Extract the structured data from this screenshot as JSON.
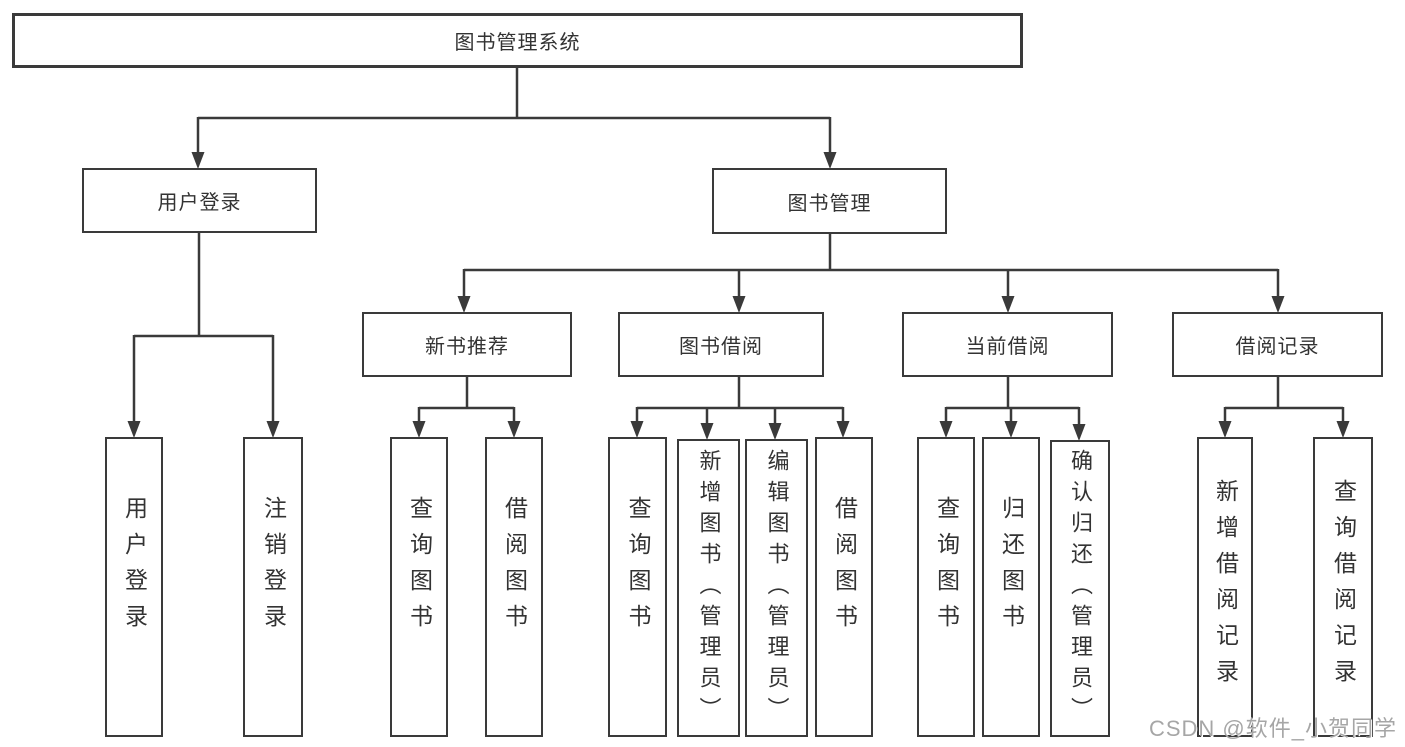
{
  "watermark": {
    "text": "CSDN @软件_小贺同学"
  },
  "colors": {
    "line": "#3a3a3a",
    "text": "#333333",
    "background": "#ffffff",
    "watermark": "#a6a6a6"
  },
  "tree": {
    "root": {
      "label": "图书管理系统"
    },
    "branches": [
      {
        "label": "用户登录",
        "children": [
          {
            "label": "用户登录"
          },
          {
            "label": "注销登录"
          }
        ]
      },
      {
        "label": "图书管理",
        "children": [
          {
            "label": "新书推荐",
            "children": [
              {
                "label": "查询图书"
              },
              {
                "label": "借阅图书"
              }
            ]
          },
          {
            "label": "图书借阅",
            "children": [
              {
                "label": "查询图书"
              },
              {
                "label": "新增图书（管理员）"
              },
              {
                "label": "编辑图书（管理员）"
              },
              {
                "label": "借阅图书"
              }
            ]
          },
          {
            "label": "当前借阅",
            "children": [
              {
                "label": "查询图书"
              },
              {
                "label": "归还图书"
              },
              {
                "label": "确认归还（管理员）"
              }
            ]
          },
          {
            "label": "借阅记录",
            "children": [
              {
                "label": "新增借阅记录"
              },
              {
                "label": "查询借阅记录"
              }
            ]
          }
        ]
      }
    ]
  }
}
